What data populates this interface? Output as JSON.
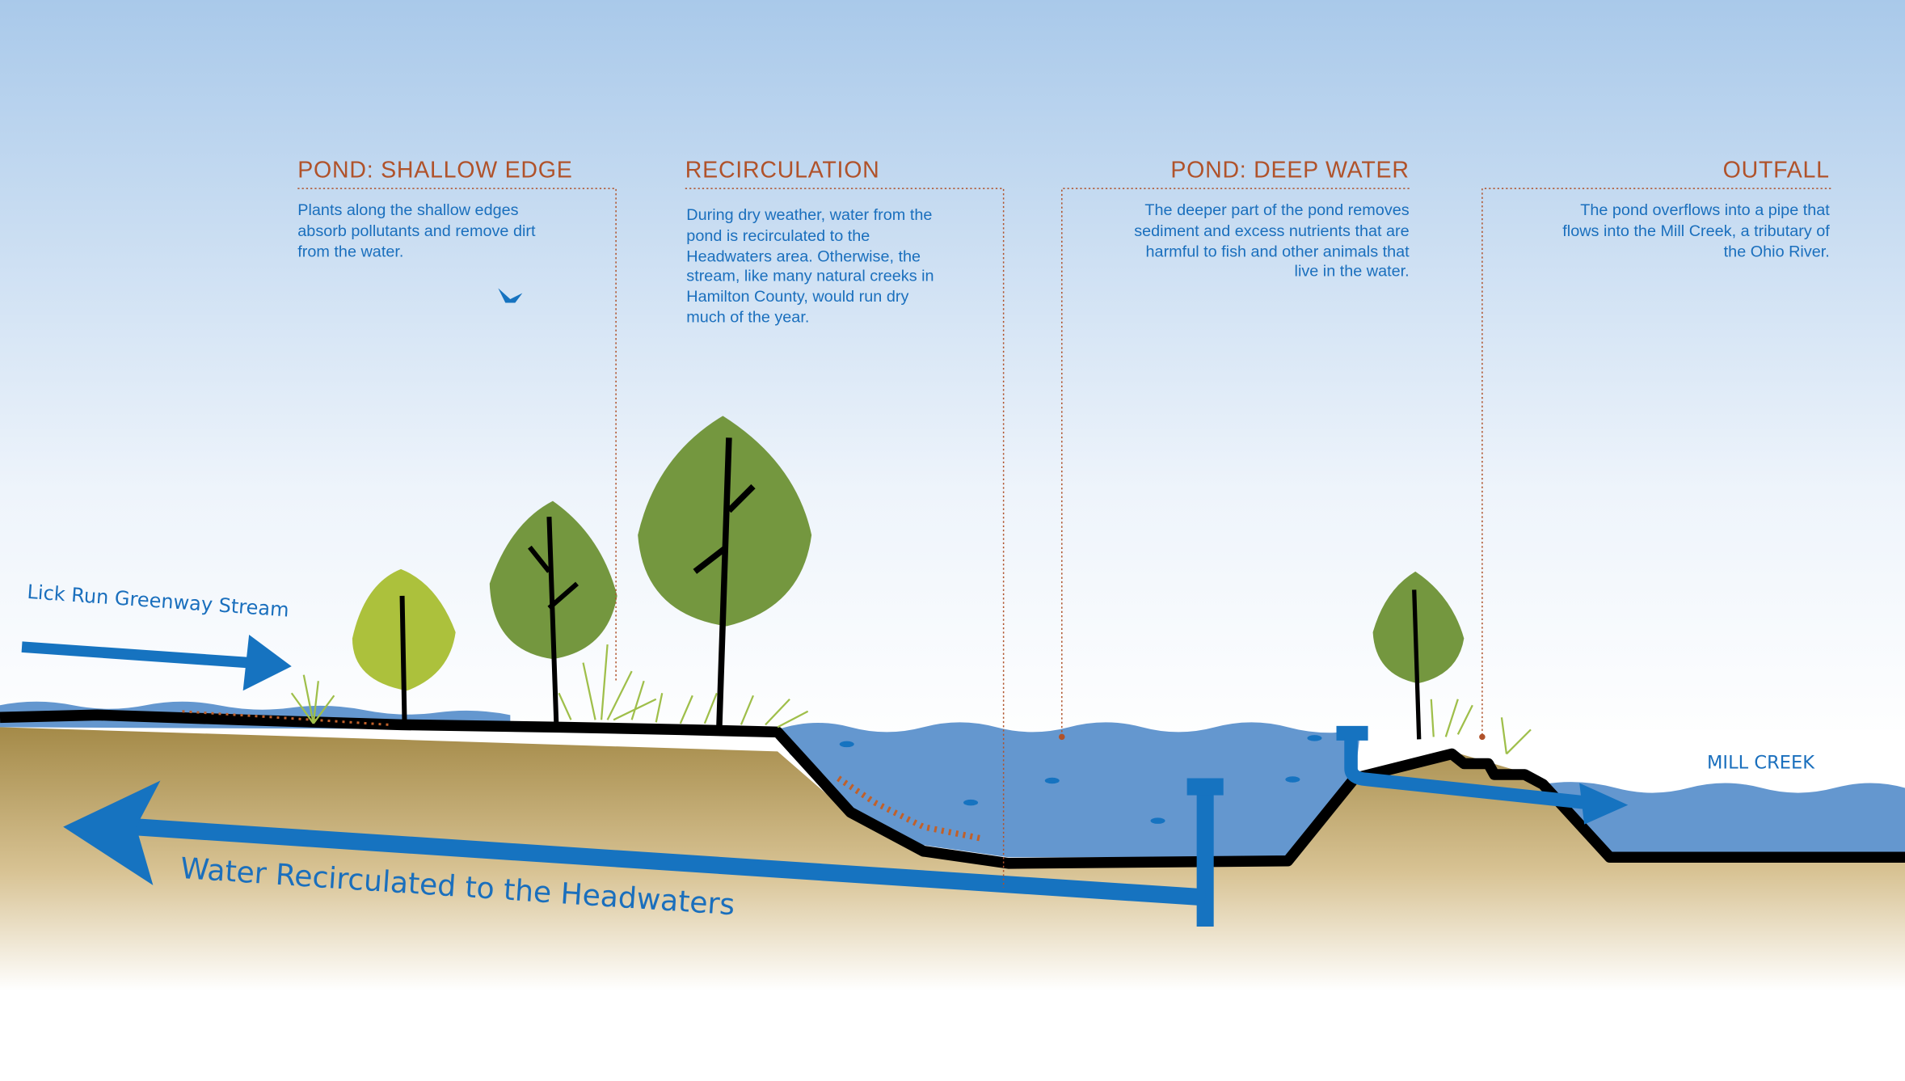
{
  "sections": [
    {
      "title": "POND: SHALLOW EDGE",
      "lines": [
        "Plants along the shallow edges",
        "absorb pollutants and remove dirt",
        "from the water."
      ]
    },
    {
      "title": "RECIRCULATION",
      "lines": [
        "During dry weather, water from the",
        "pond is recirculated to the",
        "Headwaters area.  Otherwise, the",
        "stream, like many natural creeks in",
        "Hamilton County, would run dry",
        "much of the year."
      ]
    },
    {
      "title": "POND: DEEP WATER",
      "lines": [
        "The deeper part of the pond removes",
        "sediment and excess nutrients that are",
        "harmful to fish and other animals that",
        "live in the water."
      ]
    },
    {
      "title": "OUTFALL",
      "lines": [
        "The pond overflows into a pipe that",
        "flows into the Mill Creek, a tributary of",
        "the Ohio River."
      ]
    }
  ],
  "labels": {
    "stream": "Lick Run Greenway Stream",
    "recirculated": "Water Recirculated to the Headwaters",
    "mill_creek": "MILL CREEK"
  },
  "colors": {
    "title": "#b0522a",
    "text": "#1a6fbd",
    "water": "#6497cf",
    "arrow": "#1673c0",
    "tree_dark": "#74973f",
    "tree_light": "#acc13c"
  }
}
